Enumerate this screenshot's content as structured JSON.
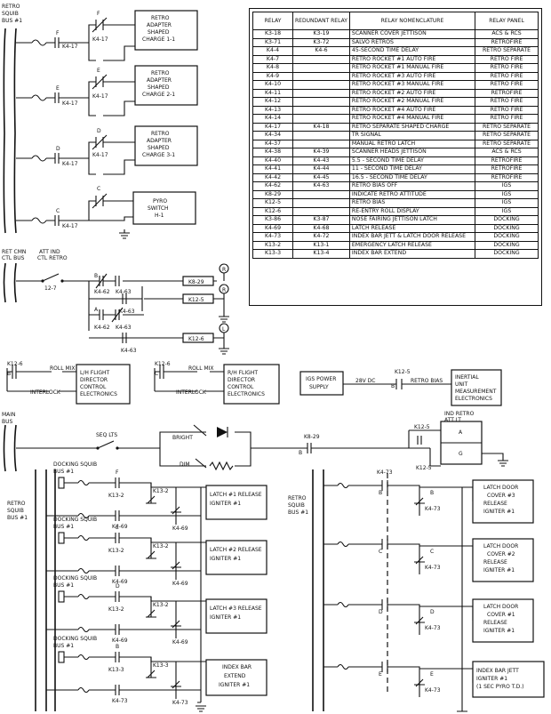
{
  "table": {
    "headers": [
      "RELAY",
      "REDUNDANT RELAY",
      "RELAY NOMENCLATURE",
      "RELAY PANEL"
    ],
    "rows": [
      [
        "K3-18",
        "K3-19",
        "SCANNER COVER JETTISON",
        "ACS & RCS"
      ],
      [
        "K3-71",
        "K3-72",
        "SALVO RETROS",
        "RETROFIRE"
      ],
      [
        "K4-4",
        "K4-6",
        "45-SECOND TIME DELAY",
        "RETRO SEPARATE"
      ],
      [
        "K4-7",
        "",
        "RETRO ROCKET #1 AUTO FIRE",
        "RETRO FIRE"
      ],
      [
        "K4-8",
        "",
        "RETRO ROCKET #1 MANUAL FIRE",
        "RETRO FIRE"
      ],
      [
        "K4-9",
        "",
        "RETRO ROCKET #3 AUTO FIRE",
        "RETRO FIRE"
      ],
      [
        "K4-10",
        "",
        "RETRO ROCKET #3 MANUAL FIRE",
        "RETRO FIRE"
      ],
      [
        "K4-11",
        "",
        "RETRO ROCKET #2 AUTO FIRE",
        "RETROFIRE"
      ],
      [
        "K4-12",
        "",
        "RETRO ROCKET #2 MANUAL FIRE",
        "RETRO FIRE"
      ],
      [
        "K4-13",
        "",
        "RETRO ROCKET #4 AUTO FIRE",
        "RETRO FIRE"
      ],
      [
        "K4-14",
        "",
        "RETRO ROCKET #4 MANUAL FIRE",
        "RETRO FIRE"
      ],
      [
        "K4-17",
        "K4-18",
        "RETRO SEPARATE SHAPED CHARGE",
        "RETRO SEPARATE"
      ],
      [
        "K4-34",
        "",
        "TR SIGNAL",
        "RETRO SEPARATE"
      ],
      [
        "K4-37",
        "",
        "MANUAL RETRO LATCH",
        "RETRO SEPARATE"
      ],
      [
        "K4-38",
        "K4-39",
        "SCANNER HEADS JETTISON",
        "ACS & RCS"
      ],
      [
        "K4-40",
        "K4-43",
        "5.5 - SECOND TIME DELAY",
        "RETROFIRE"
      ],
      [
        "K4-41",
        "K4-44",
        "11 - SECOND TIME DELAY",
        "RETROFIRE"
      ],
      [
        "K4-42",
        "K4-45",
        "16.5 - SECOND TIME DELAY",
        "RETROFIRE"
      ],
      [
        "K4-62",
        "K4-63",
        "RETRO BIAS OFF",
        "IGS"
      ],
      [
        "K8-29",
        "",
        "INDICATE RETRO ATTITUDE",
        "IGS"
      ],
      [
        "K12-5",
        "",
        "RETRO BIAS",
        "IGS"
      ],
      [
        "K12-6",
        "",
        "RE-ENTRY ROLL DISPLAY",
        "IGS"
      ],
      [
        "K3-86",
        "K3-87",
        "NOSE FAIRING JETTISON LATCH",
        "DOCKING"
      ],
      [
        "K4-69",
        "K4-68",
        "LATCH RELEASE",
        "DOCKING"
      ],
      [
        "K4-73",
        "K4-72",
        "INDEX BAR JETT & LATCH DOOR RELEASE",
        "DOCKING"
      ],
      [
        "K13-2",
        "K13-1",
        "EMERGENCY LATCH RELEASE",
        "DOCKING"
      ],
      [
        "K13-3",
        "K13-4",
        "INDEX BAR EXTEND",
        "DOCKING"
      ]
    ]
  },
  "top_left": {
    "bus_label": [
      "RETRO",
      "SQUIB",
      "BUS #1"
    ],
    "relay_label": "K4-17",
    "charge_boxes": [
      {
        "letter": "F",
        "lines": [
          "RETRO",
          "ADAPTER",
          "SHAPED",
          "CHARGE 1-1"
        ]
      },
      {
        "letter": "E",
        "lines": [
          "RETRO",
          "ADAPTER",
          "SHAPED",
          "CHARGE 2-1"
        ]
      },
      {
        "letter": "D",
        "lines": [
          "RETRO",
          "ADAPTER",
          "SHAPED",
          "CHARGE 3-1"
        ]
      },
      {
        "letter": "C",
        "lines": [
          "PYRO",
          "SWITCH",
          "H-1"
        ]
      }
    ]
  },
  "retro_ctl": {
    "bus_label": [
      "RET CMN",
      "CTL BUS"
    ],
    "switch_label": [
      "ATT IND",
      "CTL RETRO"
    ],
    "switch_id": "12-7",
    "contacts": {
      "b": "B",
      "a": "A",
      "k462": "K4-62",
      "k463": "K4-63"
    },
    "outputs": [
      {
        "relay": "K8-29",
        "term": "R"
      },
      {
        "relay": "K12-5",
        "term": "R"
      },
      {
        "relay": "K12-6",
        "term": "L"
      }
    ]
  },
  "middle": {
    "left_fd": {
      "relay": "K12-6",
      "contact": "B",
      "roll": "ROLL MIX",
      "interlock": "INTERLOCK",
      "box": [
        "L/H FLIGHT",
        "DIRECTOR",
        "CONTROL",
        "ELECTRONICS"
      ]
    },
    "right_fd": {
      "relay": "K12-6",
      "contact": "C",
      "roll": "ROLL MIX",
      "interlock": "INTERLOCK",
      "box": [
        "R/H FLIGHT",
        "DIRECTOR",
        "CONTROL",
        "ELECTRONICS"
      ]
    },
    "igs": {
      "box": [
        "IGS POWER",
        "SUPPLY"
      ],
      "volt": "28V DC",
      "relay": "K12-5",
      "bias": "RETRO BIAS",
      "contact": "B",
      "imu": [
        "INERTIAL",
        "UNIT",
        "MEASUREMENT",
        "ELECTRONICS"
      ]
    }
  },
  "main_bus": {
    "label": [
      "MAIN",
      "BUS"
    ],
    "seq_lts": "SEQ LTS",
    "bright": "BRIGHT",
    "dim": "DIM",
    "k829": "K8-29",
    "k125": "K12-5",
    "ind_label": [
      "IND RETRO",
      "ATT LT"
    ],
    "ind_a": "A",
    "ind_g": "G"
  },
  "docking": {
    "retro_bus": [
      "RETRO",
      "SQUIB",
      "BUS #1"
    ],
    "rows": [
      {
        "bus": [
          "DOCKING SQUIB",
          "BUS #1"
        ],
        "k13": "K13-2",
        "k469": "K4-69",
        "letter": "F",
        "box": [
          "LATCH #1 RELEASE",
          "IGNITER #1"
        ]
      },
      {
        "bus": [
          "DOCKING SQUIB",
          "BUS #1"
        ],
        "k13": "K13-2",
        "k469": "K4-69",
        "letter": "E",
        "box": [
          "LATCH #2 RELEASE",
          "IGNITER #1"
        ]
      },
      {
        "bus": [
          "DOCKING SQUIB",
          "BUS #1"
        ],
        "k13": "K13-2",
        "k469": "K4-69",
        "letter": "D",
        "box": [
          "LATCH #3 RELEASE",
          "IGNITER #1"
        ]
      },
      {
        "bus": [
          "DOCKING SQUIB",
          "BUS #1"
        ],
        "k13": "K13-3",
        "k469": "K4-73",
        "letter": "B",
        "box": [
          "INDEX BAR",
          "EXTEND",
          "IGNITER #1"
        ]
      }
    ]
  },
  "latch_doors": {
    "retro_bus": [
      "RETRO",
      "SQUIB",
      "BUS #1"
    ],
    "relay": "K4-73",
    "rows": [
      {
        "letter": "B",
        "box": [
          "LATCH DOOR",
          "COVER #3",
          "RELEASE",
          "IGNITER #1"
        ]
      },
      {
        "letter": "C",
        "box": [
          "LATCH DOOR",
          "COVER #2",
          "RELEASE",
          "IGNITER #1"
        ]
      },
      {
        "letter": "D",
        "box": [
          "LATCH DOOR",
          "COVER #1",
          "RELEASE",
          "IGNITER #1"
        ]
      },
      {
        "letter": "E",
        "box": [
          "INDEX BAR JETT",
          "IGNITER #1",
          "(1 SEC PYRO T.D.)"
        ]
      }
    ]
  }
}
